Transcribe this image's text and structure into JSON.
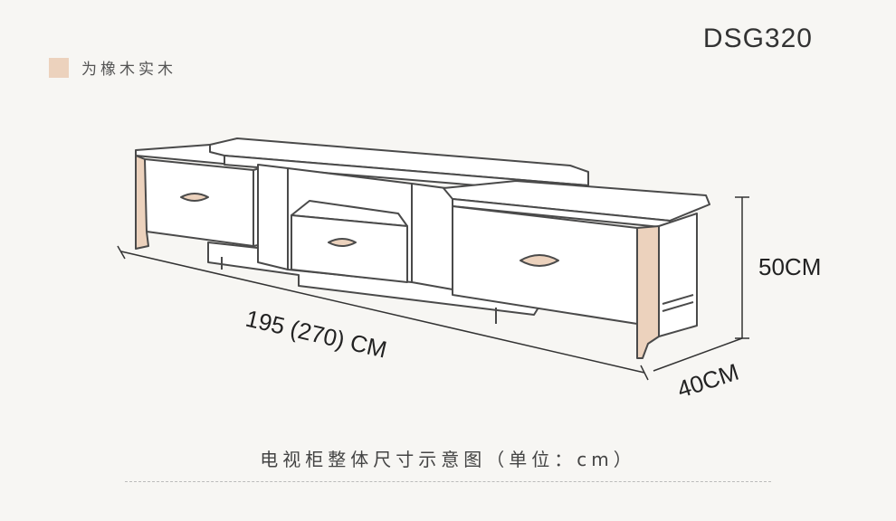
{
  "model": "DSG320",
  "legend": {
    "text": "为橡木实木",
    "swatch_color": "#ecd2bd"
  },
  "dimensions": {
    "length": "195 (270) CM",
    "height": "50CM",
    "depth": "40CM"
  },
  "caption": "电视柜整体尺寸示意图（单位：cm）",
  "colors": {
    "wood": "#ecd2bd",
    "outline": "#4a4a4a",
    "background": "#f7f6f3"
  }
}
